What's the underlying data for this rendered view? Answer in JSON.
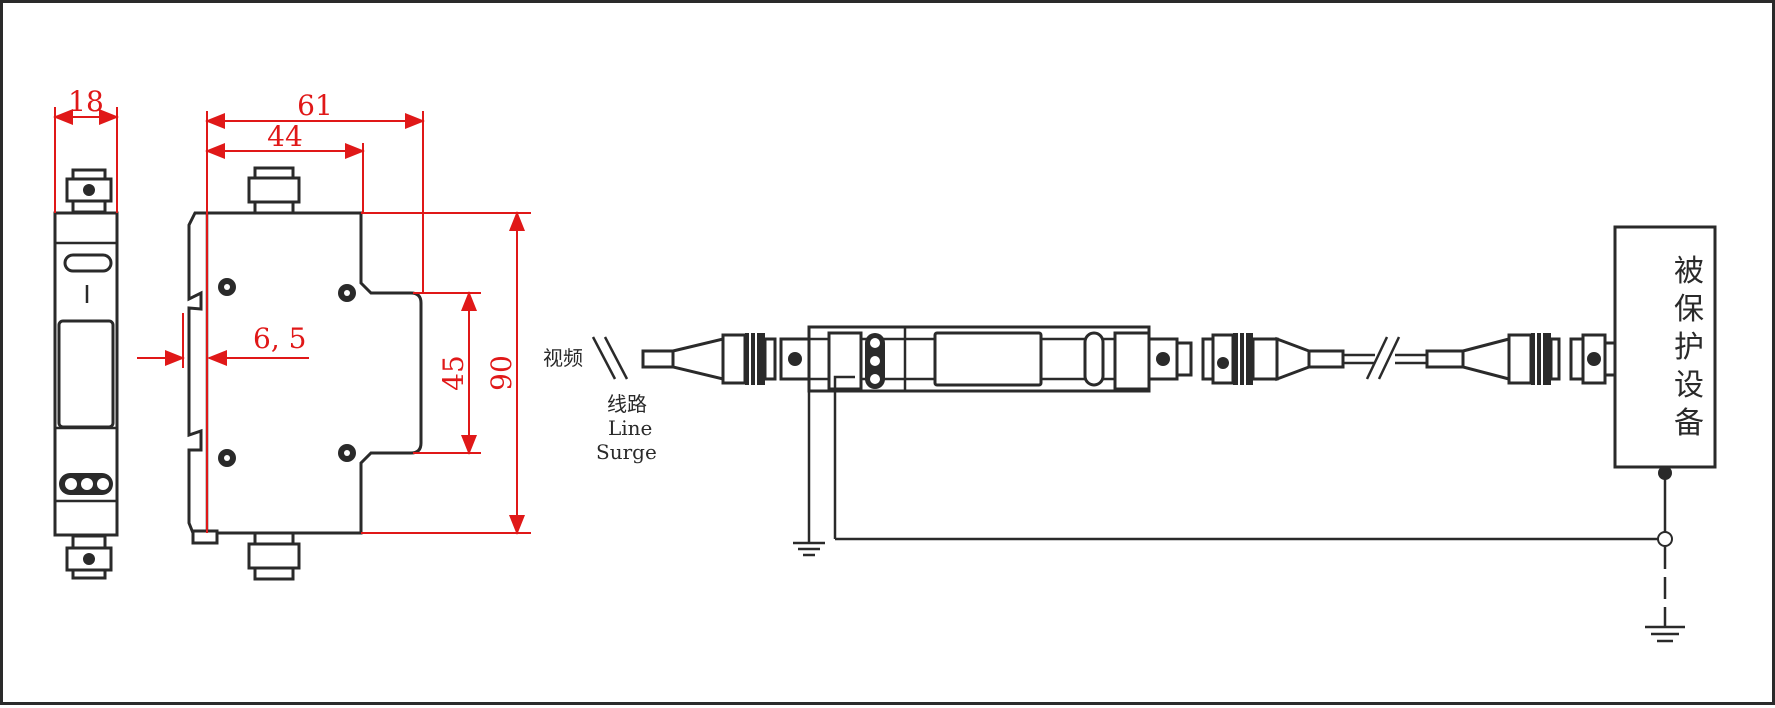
{
  "dimensions": {
    "width_front": "18",
    "total_depth": "61",
    "depth_mid": "44",
    "step": "6, 5",
    "height_inner": "45",
    "height_total": "90"
  },
  "labels": {
    "video": "视频",
    "line_cn": "线路",
    "line_en": "Line",
    "surge_en": "Surge"
  },
  "equipment": [
    "被",
    "保",
    "护",
    "设",
    "备"
  ],
  "colors": {
    "dimension": "#e01818",
    "line": "#2a2a2a"
  }
}
